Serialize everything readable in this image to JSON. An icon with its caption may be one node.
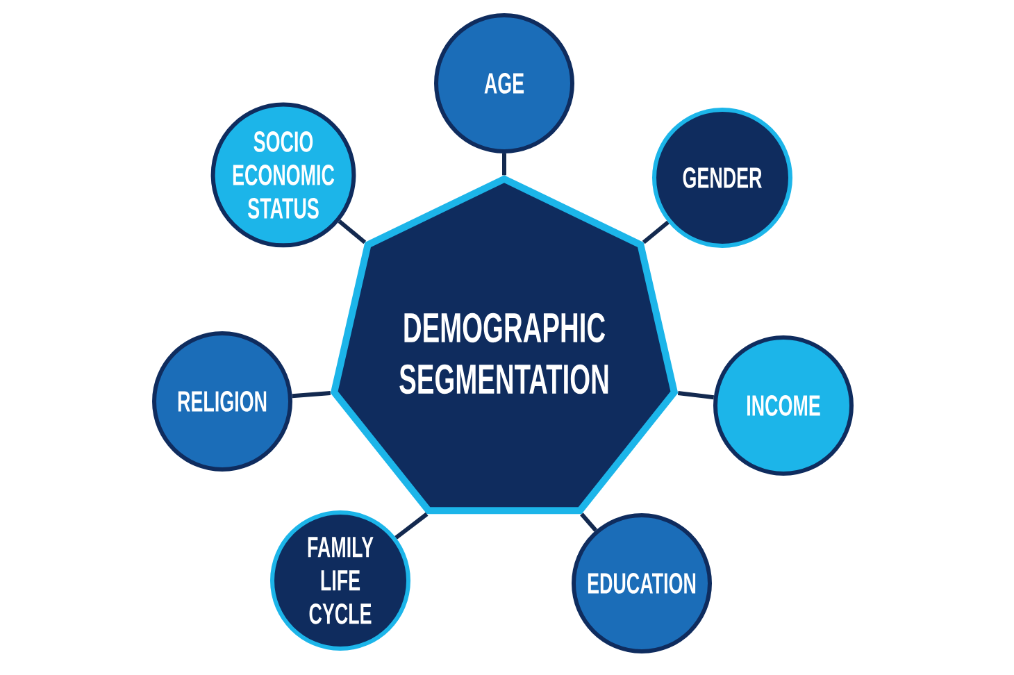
{
  "diagram": {
    "nodes": [
      {
        "text": [
          "DEMOGRAPHIC SEGMENTATION"
        ]
      },
      {
        "text": [
          "AGE"
        ]
      },
      {
        "text": [
          "GENDER"
        ]
      },
      {
        "text": [
          "INCOME"
        ]
      },
      {
        "text": [
          "EDUCATION"
        ]
      },
      {
        "text": [
          "FAMILY LIFE CYCLE"
        ]
      },
      {
        "text": [
          "RELIGION"
        ]
      },
      {
        "text": [
          "SOCIO ECONOMIC STATUS"
        ]
      }
    ],
    "edges": [
      {
        "from": 0,
        "to": 1,
        "arrow": "none"
      },
      {
        "from": 0,
        "to": 2,
        "arrow": "none"
      },
      {
        "from": 0,
        "to": 3,
        "arrow": "none"
      },
      {
        "from": 0,
        "to": 4,
        "arrow": "none"
      },
      {
        "from": 0,
        "to": 5,
        "arrow": "none"
      },
      {
        "from": 0,
        "to": 6,
        "arrow": "none"
      },
      {
        "from": 0,
        "to": 7,
        "arrow": "none"
      }
    ]
  }
}
